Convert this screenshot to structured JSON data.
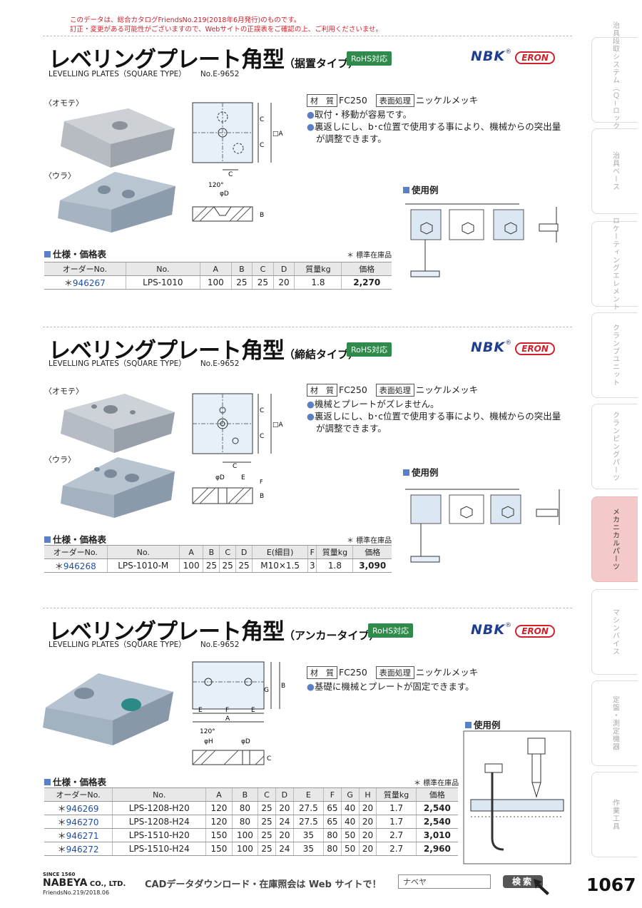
{
  "notice": {
    "line1": "このデータは、総合カタログFriendsNo.219(2018年6月発行)のものです。",
    "line2": "訂正・変更がある可能性がございますので、Webサイトの正誤表をご確認の上、ご利用くださいませ。"
  },
  "side_tabs": [
    {
      "label": "治具段取システム（Ｑ−ロック）",
      "active": false
    },
    {
      "label": "治具ベース",
      "active": false
    },
    {
      "label": "ロケーティングエレメント",
      "active": false
    },
    {
      "label": "クランプユニット",
      "active": false
    },
    {
      "label": "クランピングパーツ",
      "active": false
    },
    {
      "label": "メカニカルパーツ",
      "active": true
    },
    {
      "label": "マシンバイス",
      "active": false
    },
    {
      "label": "定盤・測定機器",
      "active": false
    },
    {
      "label": "作業工具",
      "active": false
    }
  ],
  "brands": {
    "nbk": "NBK",
    "reg": "®",
    "eron": "ERON"
  },
  "colors": {
    "accent_blue": "#5a80c8",
    "rohs_green": "#2f8a4b",
    "notice_red": "#d0202a",
    "active_tab": "#f4c9c9"
  },
  "common": {
    "material_label": "材　質",
    "material_value": "FC250",
    "surface_label": "表面処理",
    "surface_value": "ニッケルメッキ",
    "spec_header": "仕様・価格表",
    "stock_note": "＊ 標準在庫品",
    "usage_label": "使用例",
    "rohs": "RoHS対応",
    "en_title": "LEVELLING PLATES（SQUARE TYPE）",
    "catalog_no": "No.E-9652",
    "omote": "〈オモテ〉",
    "ura": "〈ウラ〉",
    "star": "＊"
  },
  "sections": [
    {
      "title": "レベリングプレート角型",
      "subtitle": "（据置タイプ）",
      "bullets": [
        "取付・移動が容易です。",
        "裏返しにし、b･c位置で使用する事により、機械からの突出量",
        "が調整できます。"
      ],
      "table": {
        "headers": [
          "オーダーNo.",
          "No.",
          "A",
          "B",
          "C",
          "D",
          "質量kg",
          "価格"
        ],
        "rows": [
          [
            "946267",
            "LPS-1010",
            "100",
            "25",
            "25",
            "20",
            "1.8",
            "2,270"
          ]
        ]
      }
    },
    {
      "title": "レベリングプレート角型",
      "subtitle": "（締結タイプ）",
      "bullets": [
        "機械とプレートがズレません。",
        "裏返しにし、b･c位置で使用する事により、機械からの突出量",
        "が調整できます。"
      ],
      "table": {
        "headers": [
          "オーダーNo.",
          "No.",
          "A",
          "B",
          "C",
          "D",
          "E(細目)",
          "F",
          "質量kg",
          "価格"
        ],
        "rows": [
          [
            "946268",
            "LPS-1010-M",
            "100",
            "25",
            "25",
            "25",
            "M10×1.5",
            "3",
            "1.8",
            "3,090"
          ]
        ]
      }
    },
    {
      "title": "レベリングプレート角型",
      "subtitle": "（アンカータイプ）",
      "bullets": [
        "基礎に機械とプレートが固定できます。"
      ],
      "table": {
        "headers": [
          "オーダーNo.",
          "No.",
          "A",
          "B",
          "C",
          "D",
          "E",
          "F",
          "G",
          "H",
          "質量kg",
          "価格"
        ],
        "rows": [
          [
            "946269",
            "LPS-1208-H20",
            "120",
            "80",
            "25",
            "20",
            "27.5",
            "65",
            "40",
            "20",
            "1.7",
            "2,540"
          ],
          [
            "946270",
            "LPS-1208-H24",
            "120",
            "80",
            "25",
            "24",
            "27.5",
            "65",
            "40",
            "20",
            "1.7",
            "2,540"
          ],
          [
            "946271",
            "LPS-1510-H20",
            "150",
            "100",
            "25",
            "20",
            "35",
            "80",
            "50",
            "20",
            "2.7",
            "3,010"
          ],
          [
            "946272",
            "LPS-1510-H24",
            "150",
            "100",
            "25",
            "24",
            "35",
            "80",
            "50",
            "20",
            "2.7",
            "2,960"
          ]
        ]
      }
    }
  ],
  "drawings": {
    "d1": {
      "c": "C",
      "a": "□A",
      "angle": "120°",
      "phi_d": "φD",
      "b": "B"
    },
    "d2": {
      "c": "C",
      "a": "□A",
      "phi_d": "φD",
      "e": "E",
      "f": "F",
      "b": "B"
    },
    "d3": {
      "e": "E",
      "f": "F",
      "a": "A",
      "g": "G",
      "b": "B",
      "angle": "120°",
      "phi_h": "φH",
      "phi_d": "φD",
      "c": "C"
    }
  },
  "footer": {
    "since": "SINCE 1560",
    "logo": "NABEYA",
    "logo_suffix": " CO., LTD.",
    "catalog_ref": "FriendsNo.219/2018.06",
    "cad_text": "CADデータダウンロード・在庫照会は Web サイトで！",
    "search_value": "ナベヤ",
    "search_button": "検索",
    "page_number": "1067"
  }
}
